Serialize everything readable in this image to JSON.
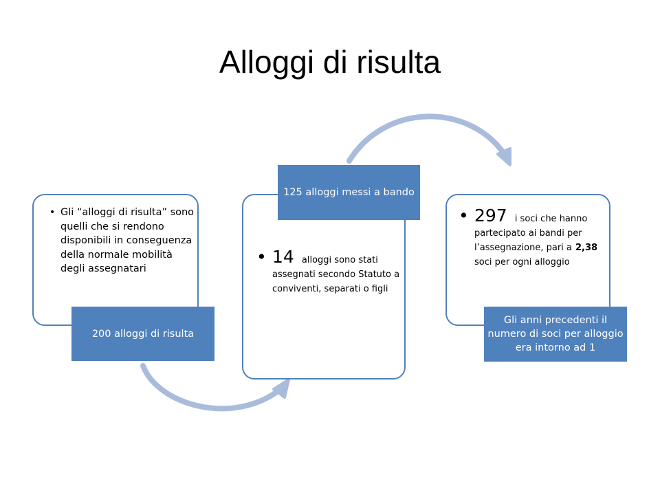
{
  "slide": {
    "title": "Alloggi di risulta"
  },
  "step1": {
    "bullet_char": "•",
    "text": "Gli “alloggi di risulta” sono quelli che si rendono disponibili in conseguenza della normale mobilità degli assegnatari",
    "label": "200 alloggi di risulta"
  },
  "step2": {
    "label": "125 alloggi messi a bando",
    "bullet_char": "•",
    "number": "14",
    "text": "alloggi sono stati assegnati secondo Statuto a conviventi, separati o figli"
  },
  "step3": {
    "bullet_char": "•",
    "number": "297",
    "text_a": "i soci che hanno partecipato ai bandi per l’assegnazione, pari a",
    "ratio": "2,38",
    "text_b": "soci per ogni alloggio",
    "label": "Gli anni precedenti il numero di soci per alloggio era intorno ad 1"
  },
  "colors": {
    "box_border": "#4f81bd",
    "label_fill": "#4f81bd",
    "arrow": "#a9bcdc"
  },
  "icons": {
    "arrow_1_to_2": "curved-arrow-icon",
    "arrow_2_to_3": "curved-arrow-icon"
  }
}
